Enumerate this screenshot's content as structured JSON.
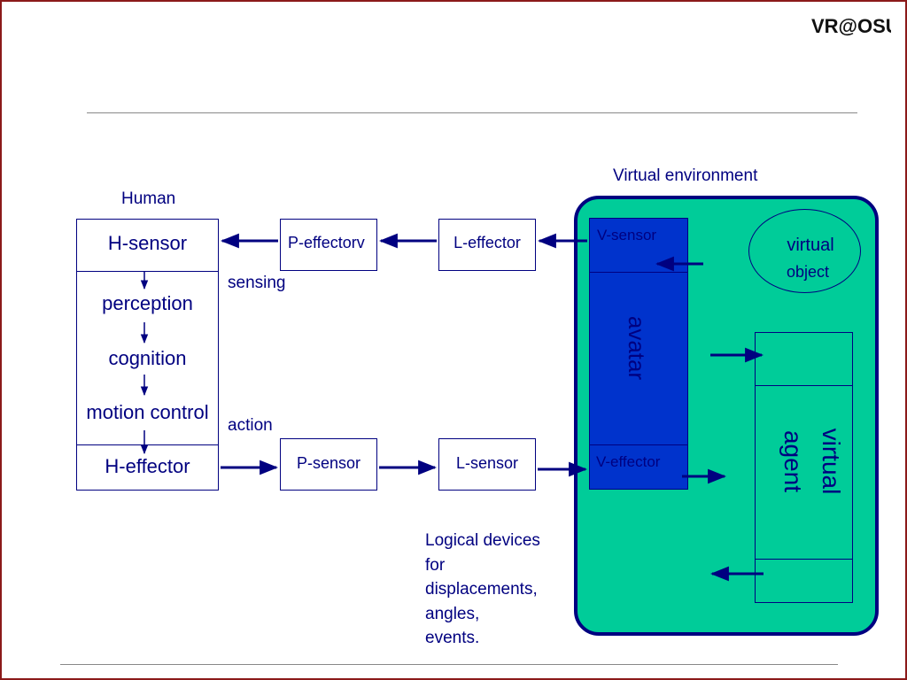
{
  "logo": "VR@OSU",
  "colors": {
    "ink": "#000080",
    "environment_fill": "#00cc99",
    "avatar_fill": "#0033cc",
    "frame": "#8b1a1a"
  },
  "labels": {
    "human": "Human",
    "virtual_environment": "Virtual environment",
    "sensing": "sensing",
    "action": "action"
  },
  "human_column": {
    "h_sensor": "H-sensor",
    "perception": "perception",
    "cognition": "cognition",
    "motion_control": "motion control",
    "h_effector": "H-effector"
  },
  "devices": {
    "p_effector": "P-effectorv",
    "l_effector": "L-effector",
    "p_sensor": "P-sensor",
    "l_sensor": "L-sensor"
  },
  "avatar": {
    "v_sensor": "V-sensor",
    "name": "avatar",
    "v_effector": "V-effector"
  },
  "virtual_object": {
    "line1": "virtual",
    "line2": "object"
  },
  "virtual_agent": {
    "line1": "virtual",
    "line2": "agent"
  },
  "note": {
    "line1": "Logical devices",
    "line2": "for",
    "line3": "displacements,",
    "line4": "angles,",
    "line5": "events."
  }
}
